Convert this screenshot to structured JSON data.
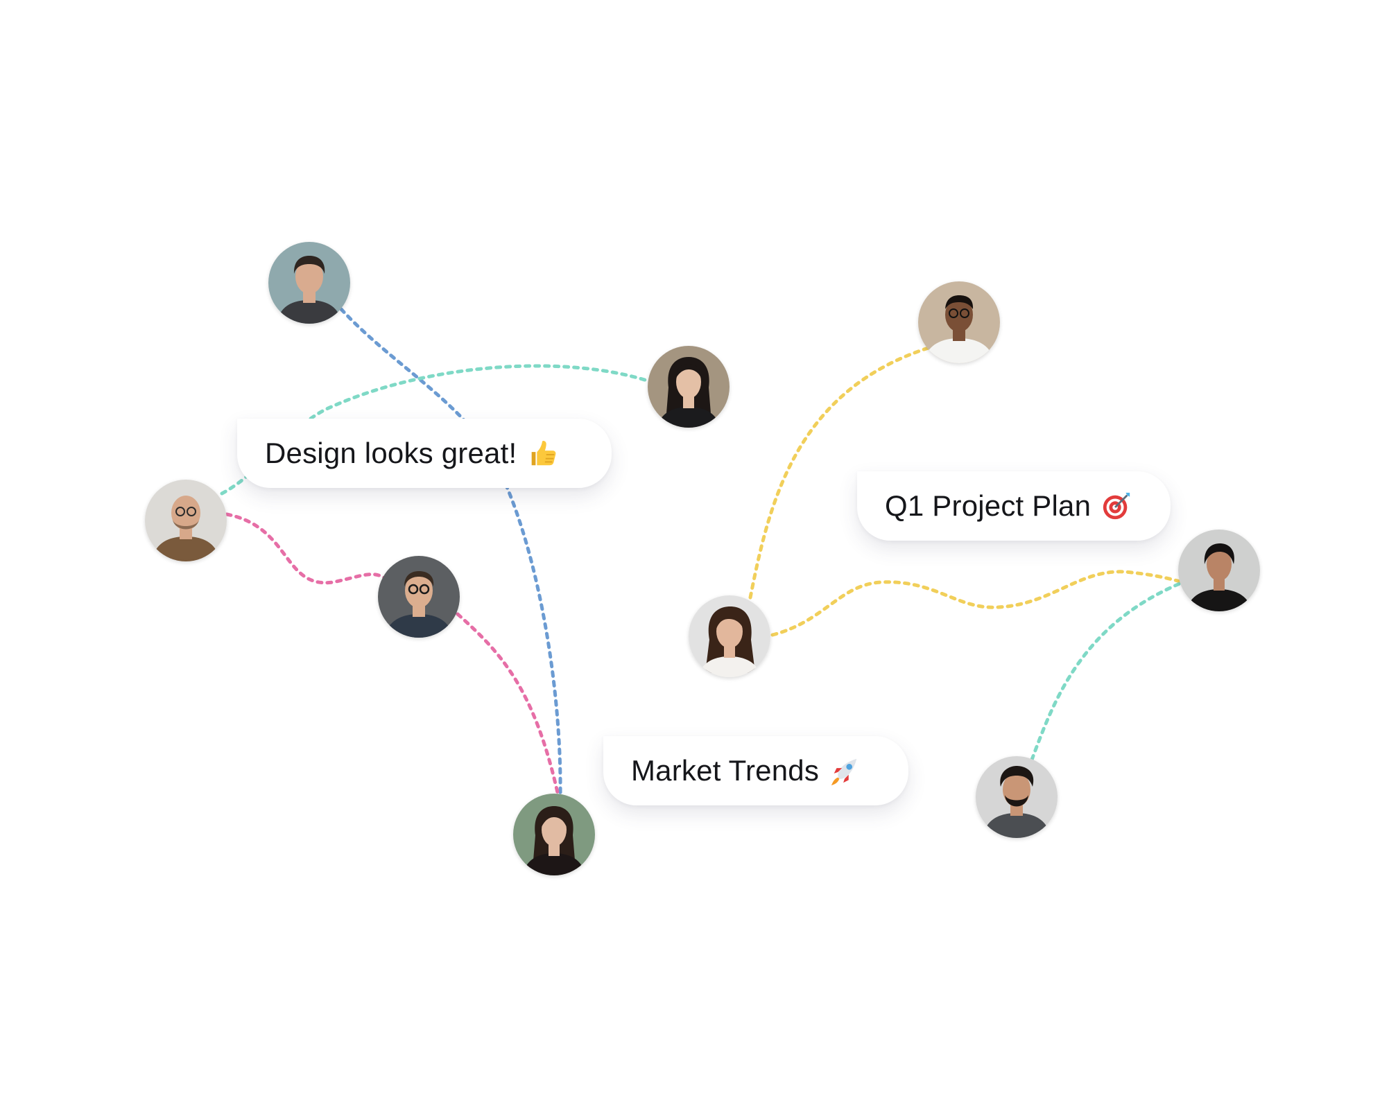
{
  "avatars": [
    {
      "id": "p1",
      "bg": "#8fa9ad",
      "skin": "#d9ab8f",
      "hair": "#2e2520",
      "shirt": "#3a3b3f"
    },
    {
      "id": "p2",
      "bg": "#a49580",
      "skin": "#e4c0a6",
      "hair": "#1d1715",
      "shirt": "#1b1b1d"
    },
    {
      "id": "p3",
      "bg": "#dcdad6",
      "skin": "#d7a88a",
      "hair": "#8a6a52",
      "shirt": "#7a5a3c"
    },
    {
      "id": "p4",
      "bg": "#5c5f62",
      "skin": "#dcae8f",
      "hair": "#3a2c22",
      "shirt": "#2f3a48"
    },
    {
      "id": "p5",
      "bg": "#7f9a80",
      "skin": "#e1bba3",
      "hair": "#2b1e18",
      "shirt": "#1d1616"
    },
    {
      "id": "p6",
      "bg": "#c8b6a0",
      "skin": "#7a4f36",
      "hair": "#17110e",
      "shirt": "#f4f4f2"
    },
    {
      "id": "p7",
      "bg": "#e2e2e2",
      "skin": "#e2b79c",
      "hair": "#3a2418",
      "shirt": "#f3f1ee"
    },
    {
      "id": "p8",
      "bg": "#cfd0cf",
      "skin": "#b98466",
      "hair": "#141111",
      "shirt": "#161515"
    },
    {
      "id": "p9",
      "bg": "#d6d6d6",
      "skin": "#c99676",
      "hair": "#1c1613",
      "shirt": "#4b4e52"
    }
  ],
  "bubbles": [
    {
      "id": "design",
      "text": "Design looks great!",
      "icon": "thumbs-up-icon"
    },
    {
      "id": "plan",
      "text": "Q1 Project Plan",
      "icon": "target-icon"
    },
    {
      "id": "market",
      "text": "Market Trends",
      "icon": "rocket-icon"
    }
  ],
  "links": [
    {
      "from": "p1",
      "to": "p5",
      "color": "#6b9bd2"
    },
    {
      "from": "p3",
      "to": "p2",
      "color": "#7fd9c6"
    },
    {
      "from": "p3",
      "to": "p4",
      "color": "#e66ea6"
    },
    {
      "from": "p4",
      "to": "p5",
      "color": "#e66ea6"
    },
    {
      "from": "p7",
      "to": "p6",
      "color": "#f1cf5a"
    },
    {
      "from": "p7",
      "to": "p8",
      "color": "#f1cf5a"
    },
    {
      "from": "p9",
      "to": "p8",
      "color": "#7fd9c6"
    }
  ]
}
